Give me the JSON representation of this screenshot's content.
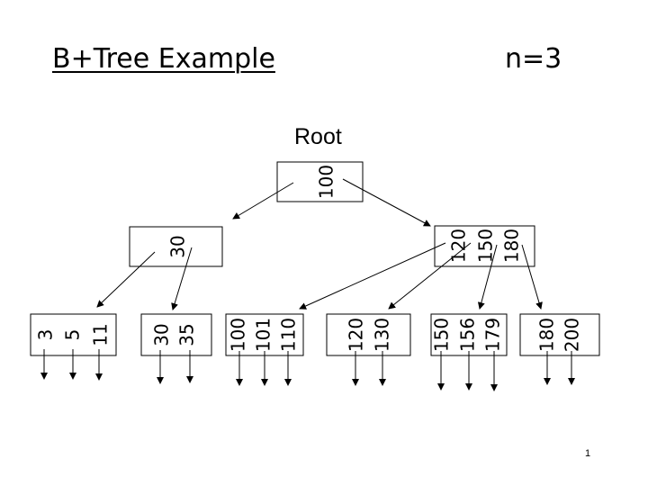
{
  "slide": {
    "title": "B+Tree Example",
    "parameter": "n=3",
    "root_label": "Root",
    "page_number": "1"
  },
  "tree": {
    "root": {
      "keys": [
        "100"
      ]
    },
    "internal": [
      {
        "keys": [
          "30"
        ]
      },
      {
        "keys": [
          "120",
          "150",
          "180"
        ]
      }
    ],
    "leaves": [
      {
        "keys": [
          "3",
          "5",
          "11"
        ]
      },
      {
        "keys": [
          "30",
          "35"
        ]
      },
      {
        "keys": [
          "100",
          "101",
          "110"
        ]
      },
      {
        "keys": [
          "120",
          "130"
        ]
      },
      {
        "keys": [
          "150",
          "156",
          "179"
        ]
      },
      {
        "keys": [
          "180",
          "200"
        ]
      }
    ]
  }
}
